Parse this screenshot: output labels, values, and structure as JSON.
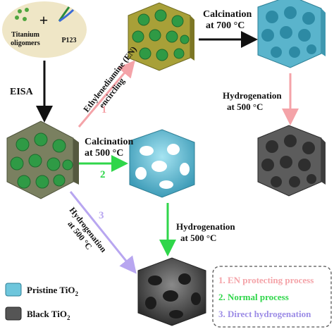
{
  "start": {
    "ingredient1": "Titanium oligomers",
    "ingredient1_line1": "Titanium",
    "ingredient1_line2": "oligomers",
    "ingredient2": "P123",
    "plus": "+"
  },
  "steps": {
    "eisa": "EISA",
    "en_line1": "Ethylenediamine (EN)",
    "en_line2": "encircling",
    "calc700_line1": "Calcination",
    "calc700_line2": "at 700 °C",
    "calc500_line1": "Calcination",
    "calc500_line2": "at 500 °C",
    "hyd_right_line1": "Hydrogenation",
    "hyd_right_line2": "at 500 °C",
    "hyd_mid_line1": "Hydrogenation",
    "hyd_mid_line2": "at 500 °C",
    "hyd_diag_line1": "Hydrogenation",
    "hyd_diag_line2": "at 500 °C"
  },
  "route_numbers": {
    "r1": "1",
    "r2": "2",
    "r3": "3"
  },
  "legend": {
    "pristine_label": "Pristine TiO",
    "black_label": "Black TiO",
    "subscript": "2",
    "pristine_color": "#6ec6dc",
    "black_color": "#555555"
  },
  "processes": [
    {
      "label": "1. EN protecting process",
      "color": "#f4a3a8"
    },
    {
      "label": "2. Normal process",
      "color": "#2fd64a"
    },
    {
      "label": "3. Direct hydrogenation",
      "color": "#9c8ce6"
    }
  ],
  "colors": {
    "arrow_black": "#111111",
    "route1": "#f4a3a8",
    "route2": "#2fd64a",
    "route3": "#b8a6f0",
    "composite": "#7a8060",
    "en_coated": "#a8a038"
  }
}
